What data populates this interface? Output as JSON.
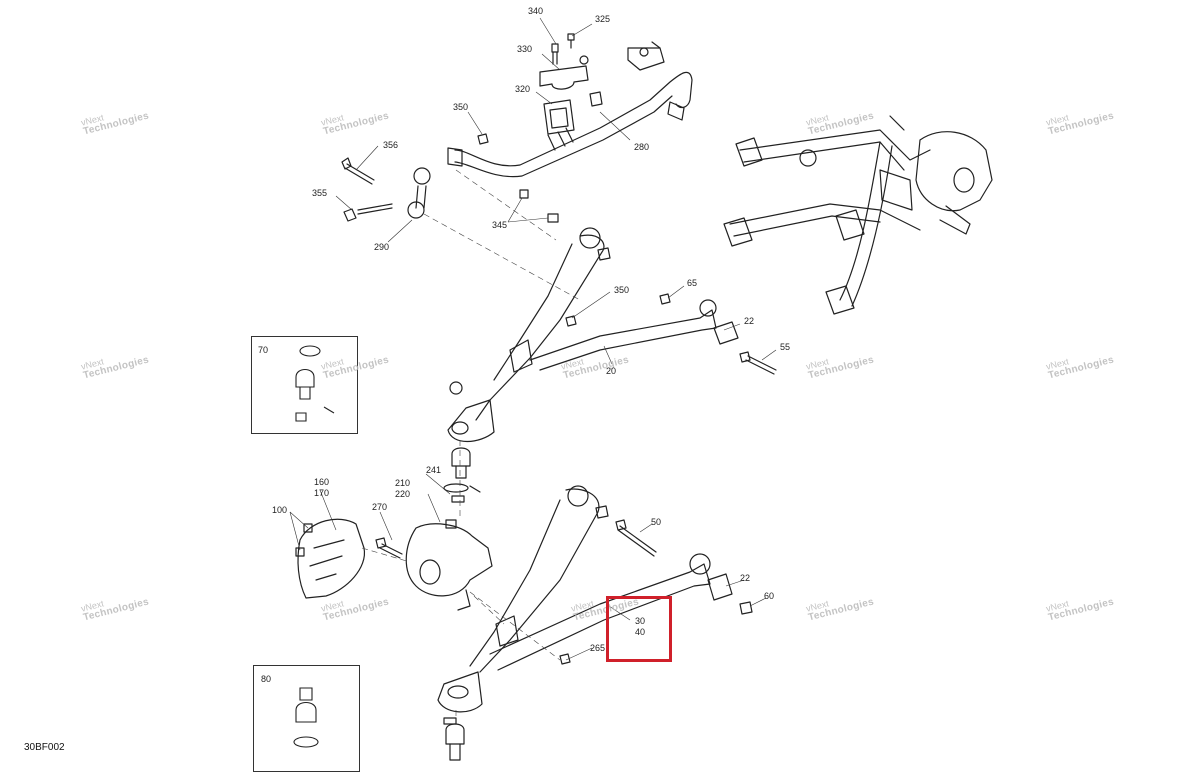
{
  "diagram": {
    "code": "30BF002",
    "watermark": {
      "line1": "vNext",
      "line2": "Technologies"
    },
    "part_labels": [
      "340",
      "325",
      "330",
      "320",
      "350",
      "280",
      "356",
      "355",
      "290",
      "345",
      "350",
      "65",
      "22",
      "55",
      "20",
      "70",
      "241",
      "160",
      "170",
      "210",
      "220",
      "100",
      "270",
      "50",
      "22",
      "60",
      "30",
      "40",
      "265",
      "80"
    ],
    "highlight_color": "#d0202a"
  }
}
